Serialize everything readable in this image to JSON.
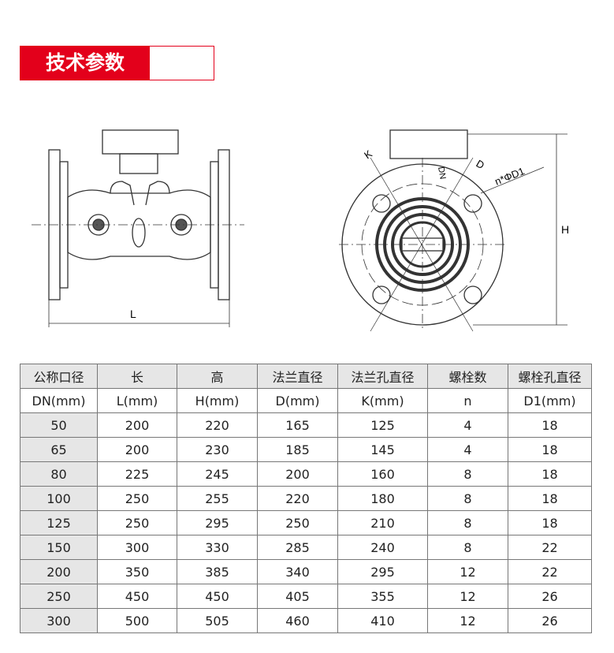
{
  "title": "技术参数",
  "drawing_labels": {
    "length": "L",
    "height": "H",
    "bolt_circle": "K",
    "flange_diameter": "D",
    "nominal": "DN",
    "bolt_hole": "n*ΦD1"
  },
  "table": {
    "headers": [
      "公称口径",
      "长",
      "高",
      "法兰直径",
      "法兰孔直径",
      "螺栓数",
      "螺栓孔直径"
    ],
    "units": [
      "DN(mm)",
      "L(mm)",
      "H(mm)",
      "D(mm)",
      "K(mm)",
      "n",
      "D1(mm)"
    ],
    "rows": [
      [
        "50",
        "200",
        "220",
        "165",
        "125",
        "4",
        "18"
      ],
      [
        "65",
        "200",
        "230",
        "185",
        "145",
        "4",
        "18"
      ],
      [
        "80",
        "225",
        "245",
        "200",
        "160",
        "8",
        "18"
      ],
      [
        "100",
        "250",
        "255",
        "220",
        "180",
        "8",
        "18"
      ],
      [
        "125",
        "250",
        "295",
        "250",
        "210",
        "8",
        "18"
      ],
      [
        "150",
        "300",
        "330",
        "285",
        "240",
        "8",
        "22"
      ],
      [
        "200",
        "350",
        "385",
        "340",
        "295",
        "12",
        "22"
      ],
      [
        "250",
        "450",
        "450",
        "405",
        "355",
        "12",
        "26"
      ],
      [
        "300",
        "500",
        "505",
        "460",
        "410",
        "12",
        "26"
      ]
    ]
  }
}
